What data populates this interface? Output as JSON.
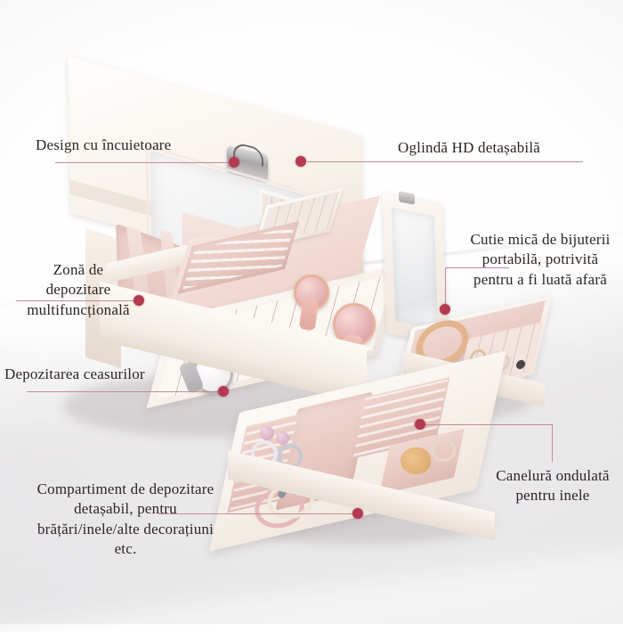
{
  "page": {
    "kind": "product-infographic",
    "language": "ro",
    "background_color": "#ffffff",
    "accent_color": "#b33a50",
    "rule_color": "#c18b96",
    "text_color": "#2c2522",
    "subject": "Cutie de bijuterii cu oglindă, sertare și cutie portabilă"
  },
  "annotations": [
    {
      "id": "lock-design",
      "name": "design-cu-incuietoare",
      "text": "Design cu încuietoare",
      "align": "left",
      "target": "încuietoare metalică de pe capacul cutiei mari"
    },
    {
      "id": "hd-mirror",
      "name": "oglinda-hd-detasabila",
      "text": "Oglindă HD detașabilă",
      "align": "left",
      "target": "oglinda din capacul cutiei mari"
    },
    {
      "id": "multifunctional-zone",
      "name": "zona-de-depozitare-multifunctionala",
      "text": "Zonă de\ndepozitare\nmultifuncțională",
      "align": "center",
      "target": "compartimentul lateral căptușit al cutiei mari"
    },
    {
      "id": "portable-box",
      "name": "cutie-mica-de-bijuterii-portabila",
      "text": "Cutie mică de bijuterii\nportabilă, potrivită\npentru a fi luată afară",
      "align": "center",
      "target": "cutia mică portabilă cu oglindă"
    },
    {
      "id": "watch-storage",
      "name": "depozitarea-ceasurilor",
      "text": "Depozitarea ceasurilor",
      "align": "left",
      "target": "compartimentul pentru ceasuri"
    },
    {
      "id": "detachable-tray",
      "name": "compartiment-de-depozitare-detasabil",
      "text": "Compartiment de depozitare\ndetașabil, pentru\nbrățări/inele/alte decorațiuni\netc.",
      "align": "center",
      "target": "tava detașabilă din partea de jos"
    },
    {
      "id": "ring-groove",
      "name": "canelura-ondulata-pentru-inele",
      "text": "Canelură ondulată\npentru inele",
      "align": "center",
      "target": "canelurile ondulate pentru inele din tava detașabilă"
    }
  ],
  "product_parts": [
    {
      "name": "cutie-mare",
      "label": "Cutie mare de bijuterii cu capac și oglindă"
    },
    {
      "name": "oglinda-capac",
      "label": "Oglindă HD în capac"
    },
    {
      "name": "incuietoare",
      "label": "Încuietoare metalică"
    },
    {
      "name": "tava-superioara",
      "label": "Tavă superioară cu compartimente"
    },
    {
      "name": "compartiment-ceasuri",
      "label": "Compartiment ceasuri"
    },
    {
      "name": "cutie-portabila",
      "label": "Cutie mică portabilă"
    },
    {
      "name": "tava-detasabila",
      "label": "Tavă detașabilă cu caneluri pentru inele"
    }
  ]
}
